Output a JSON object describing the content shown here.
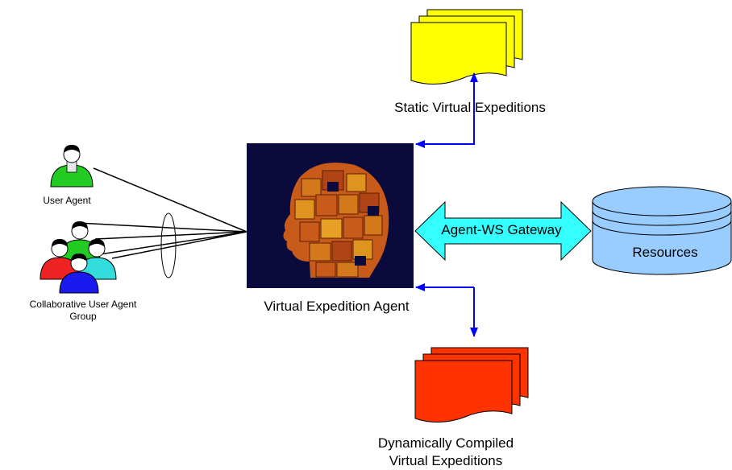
{
  "labels": {
    "static_expeditions": "Static Virtual Expeditions",
    "agent": "Virtual Expedition Agent",
    "dynamic_line1": "Dynamically Compiled",
    "dynamic_line2": "Virtual Expeditions",
    "user_agent": "User Agent",
    "collab_line1": "Collaborative User Agent",
    "collab_line2": "Group",
    "gateway": "Agent-WS Gateway",
    "resources": "Resources"
  },
  "colors": {
    "static_docs": "#ffff00",
    "dynamic_docs": "#ff3300",
    "gateway_arrow": "#33ffff",
    "resources_db": "#99ccff",
    "connector_arrows": "#0000ff",
    "agent_panel": "#0a0a3c",
    "user_green": "#22cc22",
    "user_red": "#ee2222",
    "user_cyan": "#33dddd",
    "user_blue": "#1a1aee"
  }
}
